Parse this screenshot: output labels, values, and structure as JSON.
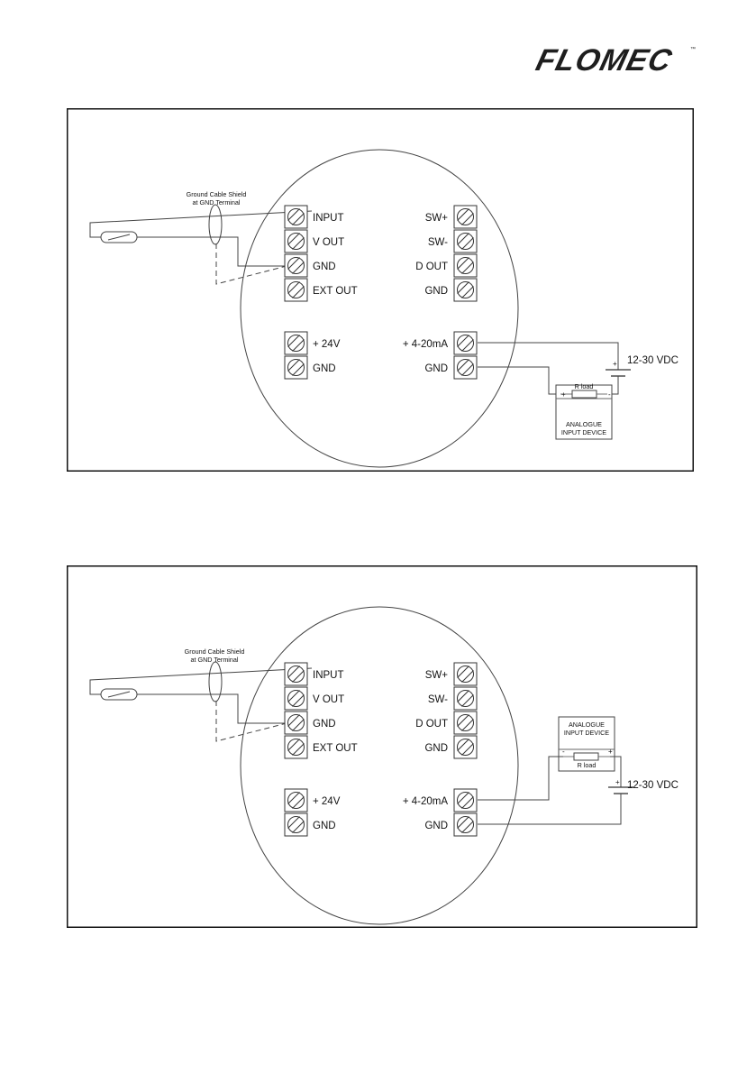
{
  "brand": {
    "logo_text": "FLOMEC",
    "trademark": "™"
  },
  "diagrams": [
    {
      "shield_label_line1": "Ground Cable Shield",
      "shield_label_line2": "at GND Terminal",
      "left_terminals": [
        "INPUT",
        "V OUT",
        "GND",
        "EXT OUT"
      ],
      "right_terminals": [
        "SW+",
        "SW-",
        "D OUT",
        "GND"
      ],
      "power_left": [
        "+ 24V",
        "GND"
      ],
      "power_right": [
        "+ 4-20mA",
        "GND"
      ],
      "supply_voltage": "12-30 VDC",
      "rload_label": "R load",
      "device_line1": "ANALOGUE",
      "device_line2": "INPUT DEVICE",
      "plus": "+",
      "minus": "-"
    },
    {
      "shield_label_line1": "Ground Cable Shield",
      "shield_label_line2": "at GND Terminal",
      "left_terminals": [
        "INPUT",
        "V OUT",
        "GND",
        "EXT OUT"
      ],
      "right_terminals": [
        "SW+",
        "SW-",
        "D OUT",
        "GND"
      ],
      "power_left": [
        "+ 24V",
        "GND"
      ],
      "power_right": [
        "+ 4-20mA",
        "GND"
      ],
      "supply_voltage": "12-30 VDC",
      "rload_label": "R load",
      "device_line1": "ANALOGUE",
      "device_line2": "INPUT DEVICE",
      "plus": "+",
      "minus": "-"
    }
  ],
  "colors": {
    "logo": "#1e1e1e",
    "line": "#444444",
    "border": "#111111"
  }
}
